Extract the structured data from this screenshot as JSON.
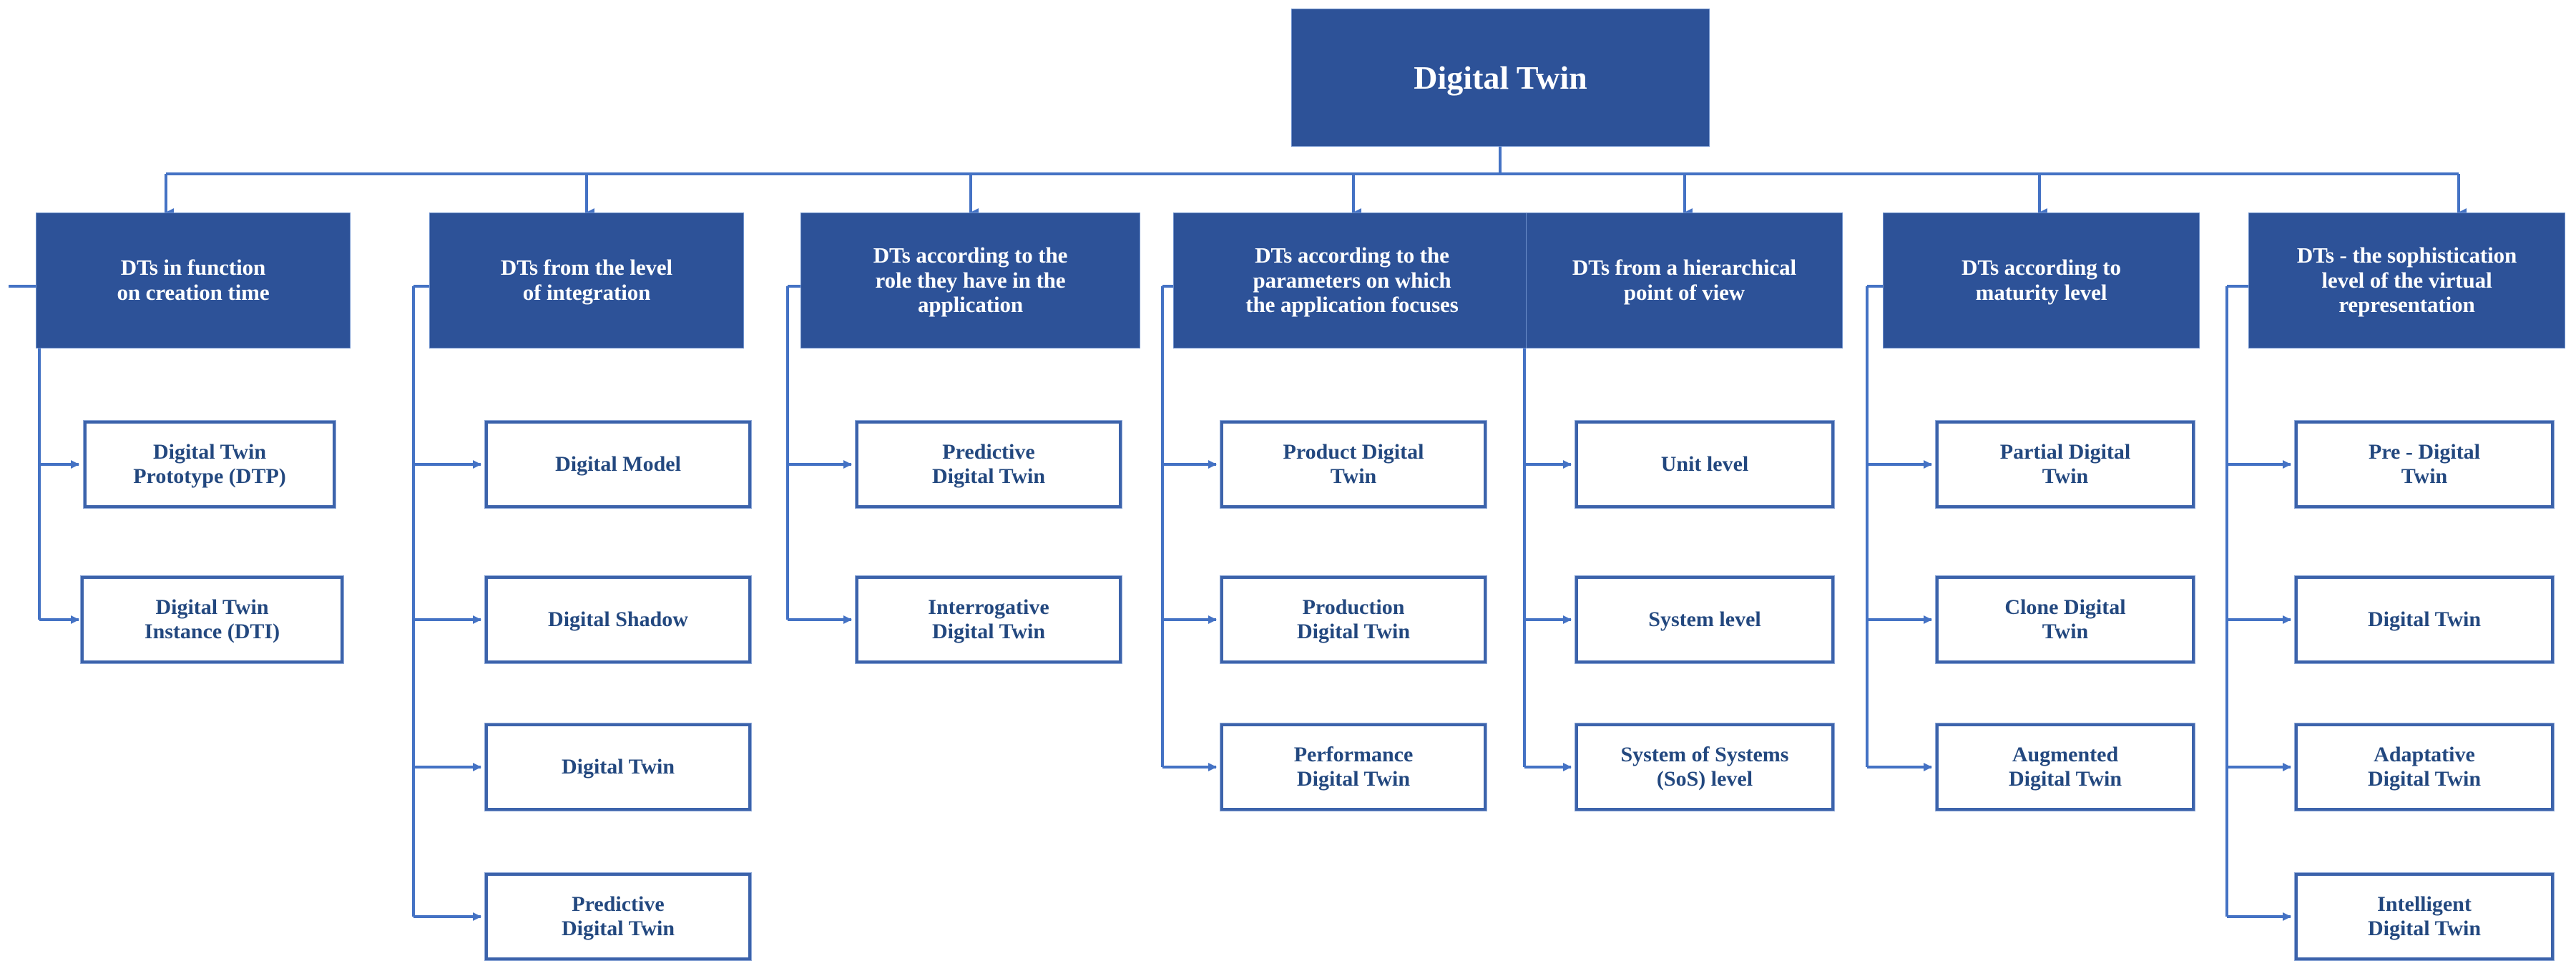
{
  "diagram": {
    "title": "Digital Twin classification taxonomy",
    "colors": {
      "node_fill_dark": "#2d5298",
      "node_text_light": "#ffffff",
      "leaf_fill": "#ffffff",
      "leaf_border": "#3c63ab",
      "leaf_text": "#23487f",
      "connector": "#4472c4",
      "background": "#ffffff"
    },
    "root": {
      "label": "Digital Twin"
    },
    "categories": [
      {
        "id": "creation-time",
        "label": "DTs in function\non creation time",
        "children": [
          {
            "label": "Digital Twin\nPrototype (DTP)"
          },
          {
            "label": "Digital Twin\nInstance (DTI)"
          }
        ]
      },
      {
        "id": "level-of-integration",
        "label": "DTs from the level\nof integration",
        "children": [
          {
            "label": "Digital Model"
          },
          {
            "label": "Digital Shadow"
          },
          {
            "label": "Digital Twin"
          },
          {
            "label": "Predictive\nDigital Twin"
          }
        ]
      },
      {
        "id": "role-in-application",
        "label": "DTs according to the\nrole they have in the\napplication",
        "children": [
          {
            "label": "Predictive\nDigital Twin"
          },
          {
            "label": "Interrogative\nDigital Twin"
          }
        ]
      },
      {
        "id": "application-parameters",
        "label": "DTs according to the\nparameters on which\nthe application focuses",
        "children": [
          {
            "label": "Product Digital\nTwin"
          },
          {
            "label": "Production\nDigital Twin"
          },
          {
            "label": "Performance\nDigital Twin"
          }
        ]
      },
      {
        "id": "hierarchical-point-of-view",
        "label": "DTs from a hierarchical\npoint of view",
        "children": [
          {
            "label": "Unit level"
          },
          {
            "label": "System level"
          },
          {
            "label": "System of Systems\n(SoS) level"
          }
        ]
      },
      {
        "id": "maturity-level",
        "label": "DTs according to\nmaturity level",
        "children": [
          {
            "label": "Partial Digital\nTwin"
          },
          {
            "label": "Clone Digital\nTwin"
          },
          {
            "label": "Augmented\nDigital Twin"
          }
        ]
      },
      {
        "id": "sophistication-level",
        "label": "DTs - the sophistication\nlevel of the virtual\nrepresentation",
        "children": [
          {
            "label": "Pre - Digital\nTwin"
          },
          {
            "label": "Digital Twin"
          },
          {
            "label": "Adaptative\nDigital Twin"
          },
          {
            "label": "Intelligent\nDigital Twin"
          }
        ]
      }
    ]
  }
}
